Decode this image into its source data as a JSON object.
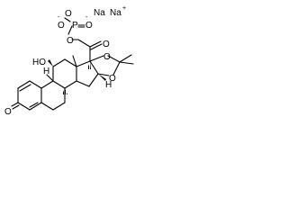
{
  "molecule": {
    "labels": {
      "sodium_1": "Na",
      "sodium_2": "Na",
      "sodium_2_charge": "+",
      "phosphate_o_left": "O",
      "phosphate_o_left_charge": "-",
      "phosphate_p": "P",
      "phosphate_o_right": "O",
      "phosphate_o_right_charge": "-",
      "phosphate_o_double": "O",
      "ester_o": "O",
      "ketone_side_o": "O",
      "acetonide_o_upper": "O",
      "acetonide_o_lower": "O",
      "hydroxyl": "HO",
      "methyl_c10_h": "H",
      "c16_h": "H",
      "enone_o": "O"
    }
  }
}
